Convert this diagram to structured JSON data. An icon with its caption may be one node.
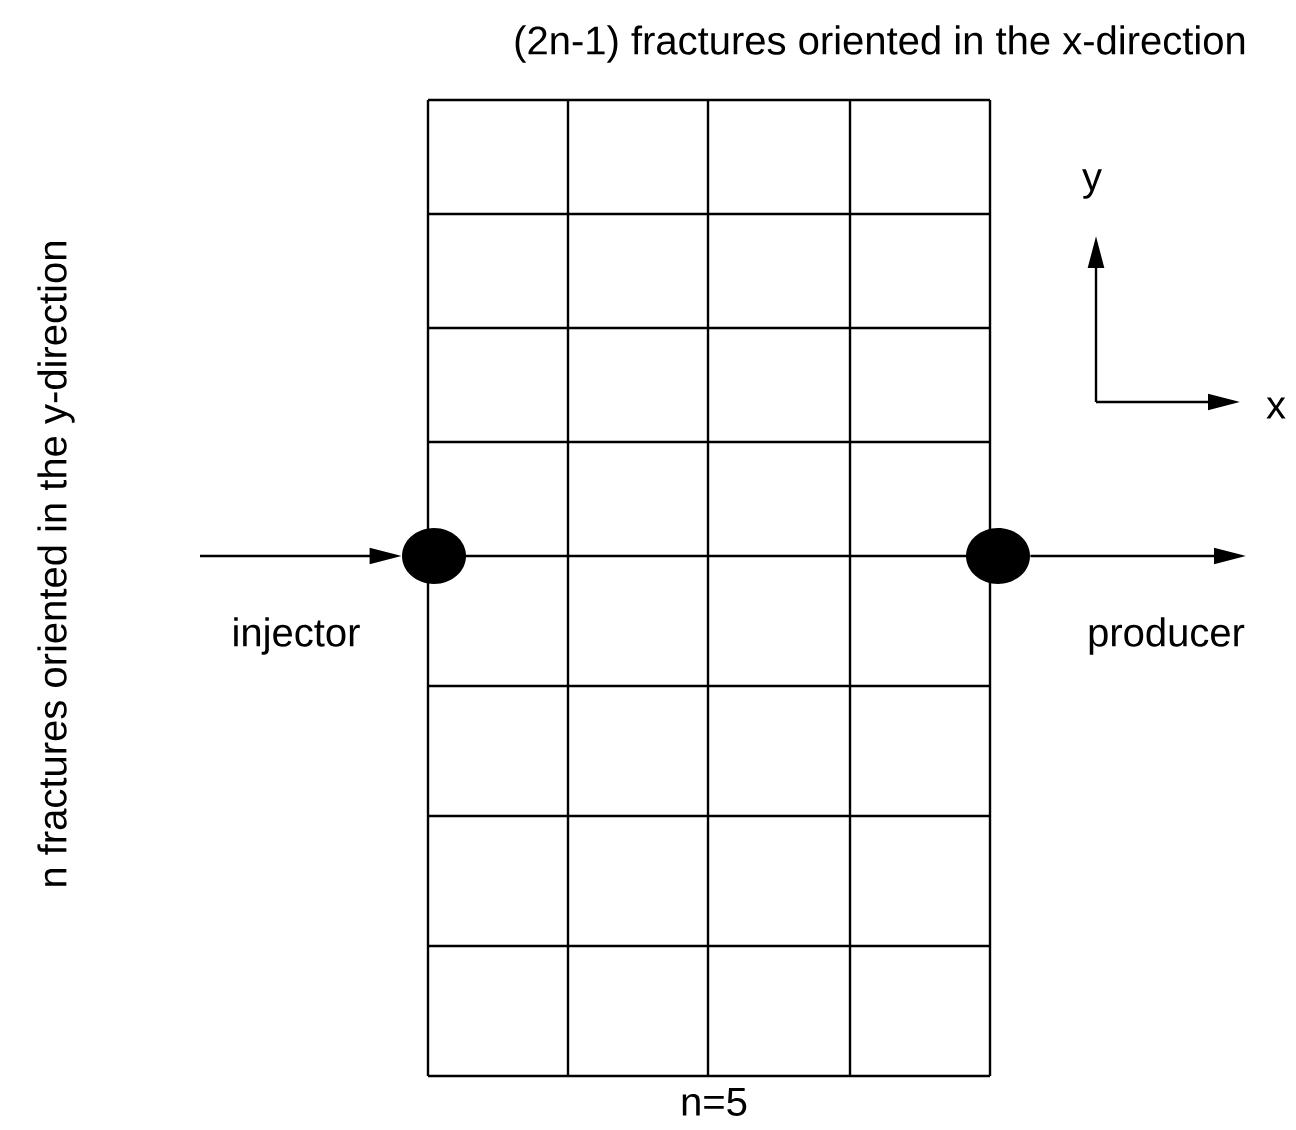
{
  "diagram": {
    "nodes": [
      {
        "text": [],
        "shape": "circle",
        "beside": [
          "injector"
        ]
      },
      {
        "text": [],
        "shape": "circle",
        "beside": [
          "producer"
        ]
      }
    ],
    "edges": [
      {
        "from": null,
        "to": 0,
        "arrow": "to"
      },
      {
        "from": 1,
        "to": null,
        "arrow": "to"
      }
    ],
    "labels": [
      "(2n-1) fractures oriented in the x-direction",
      "n fractures oriented in the y-direction",
      "y",
      "x",
      "n=5"
    ]
  }
}
